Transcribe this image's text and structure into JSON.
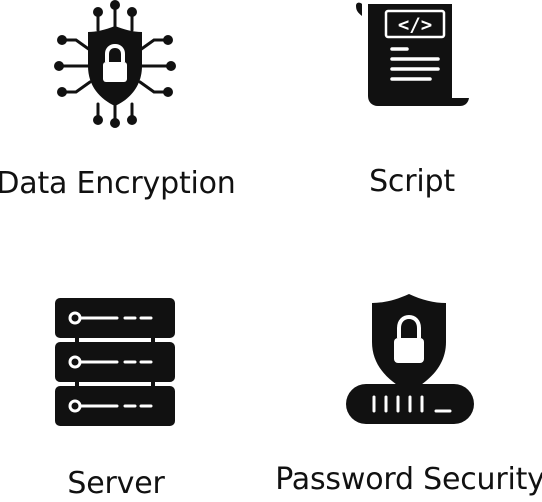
{
  "colors": {
    "ink": "#111111",
    "background": "#ffffff"
  },
  "tiles": [
    {
      "icon": "data-encryption-icon",
      "label": "Data Encryption"
    },
    {
      "icon": "script-icon",
      "label": "Script"
    },
    {
      "icon": "server-icon",
      "label": "Server"
    },
    {
      "icon": "password-security-icon",
      "label": "Password Security"
    }
  ]
}
